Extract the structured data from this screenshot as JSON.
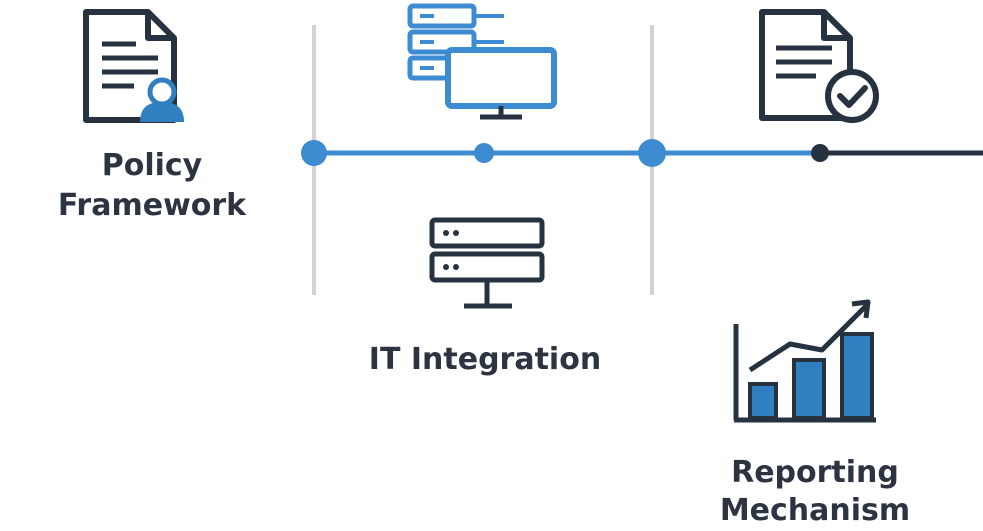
{
  "colors": {
    "accent": "#2f7fc1",
    "accent_light": "#3d8bd0",
    "dark": "#273240",
    "divider": "#cfd3d7",
    "label": "#2b3440"
  },
  "steps": [
    {
      "icon": "document-user-icon",
      "lines": [
        "Policy",
        "Framework"
      ]
    },
    {
      "icon": "server-monitor-icon",
      "lines": []
    },
    {
      "icon": "server-stack-icon",
      "lines": [
        "IT Integration"
      ]
    },
    {
      "icon": "document-check-icon",
      "lines": []
    },
    {
      "icon": "bar-chart-growth-icon",
      "lines": [
        "Reporting",
        "Mechanism"
      ]
    }
  ]
}
